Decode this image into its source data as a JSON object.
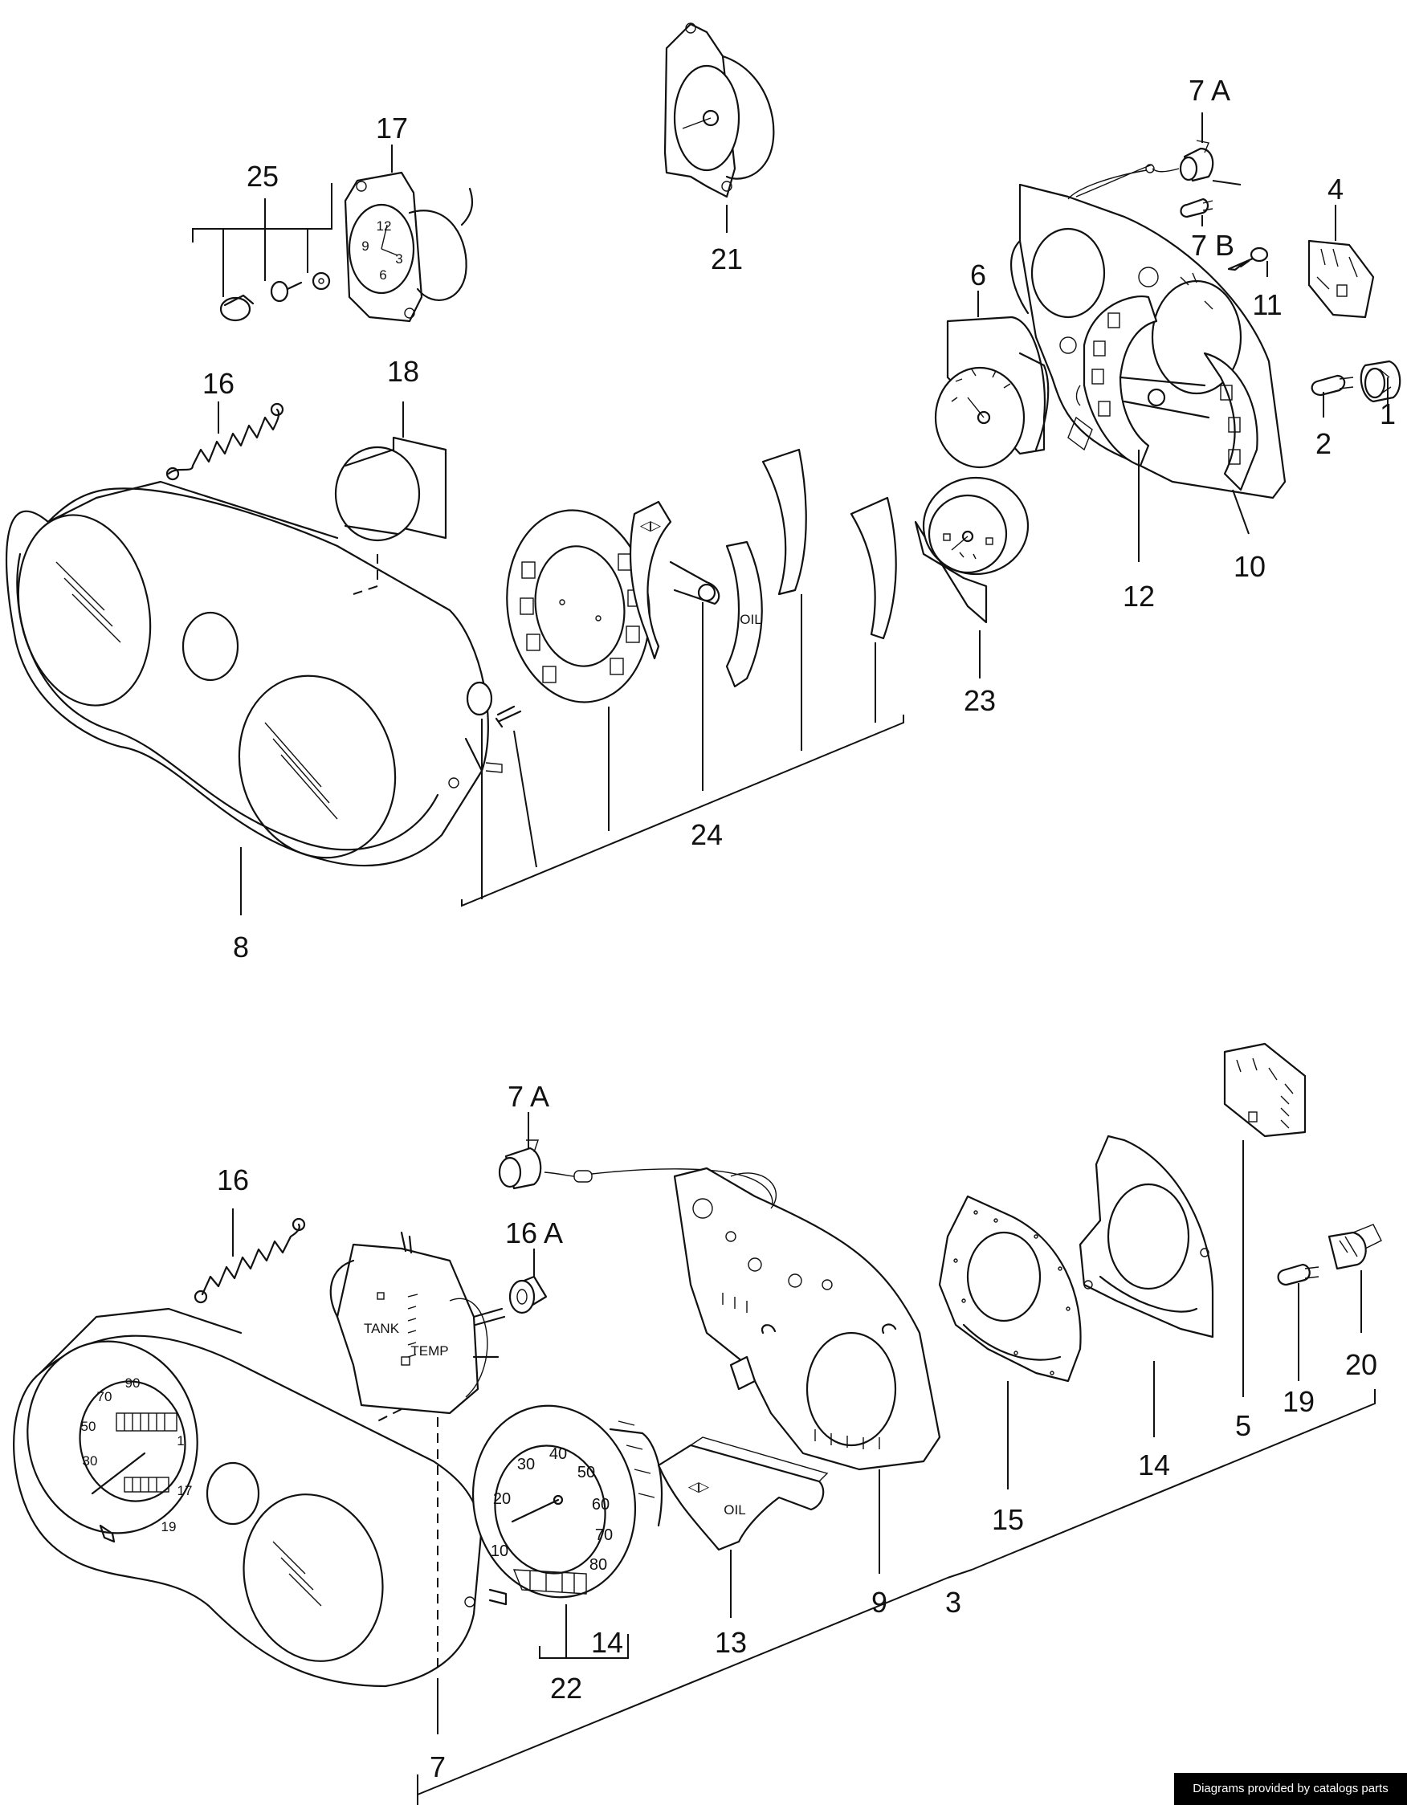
{
  "credit": "Diagrams provided by catalogs parts",
  "callouts": {
    "c1": "1",
    "c2": "2",
    "c3": "3",
    "c4": "4",
    "c5": "5",
    "c6": "6",
    "c7": "7",
    "c7a_top": "7 A",
    "c7b": "7 B",
    "c7a_bottom": "7 A",
    "c8": "8",
    "c9": "9",
    "c10": "10",
    "c11": "11",
    "c12": "12",
    "c13": "13",
    "c14_a": "14",
    "c14_b": "14",
    "c15": "15",
    "c16_top": "16",
    "c16_bottom": "16",
    "c16a": "16 A",
    "c17": "17",
    "c18": "18",
    "c19": "19",
    "c20": "20",
    "c21": "21",
    "c22": "22",
    "c23": "23",
    "c24": "24",
    "c25": "25"
  },
  "dial_marks": {
    "clock": {
      "twelve": "12",
      "three": "3",
      "six": "6",
      "nine": "9"
    },
    "speedo_upper": [
      "70",
      "90",
      "50",
      "30",
      "1",
      "17",
      "19"
    ],
    "speedo": [
      "10",
      "20",
      "30",
      "40",
      "50",
      "60",
      "70",
      "80"
    ],
    "gauge": {
      "tank": "TANK",
      "temp": "TEMP"
    },
    "warning_oil": "OIL"
  }
}
